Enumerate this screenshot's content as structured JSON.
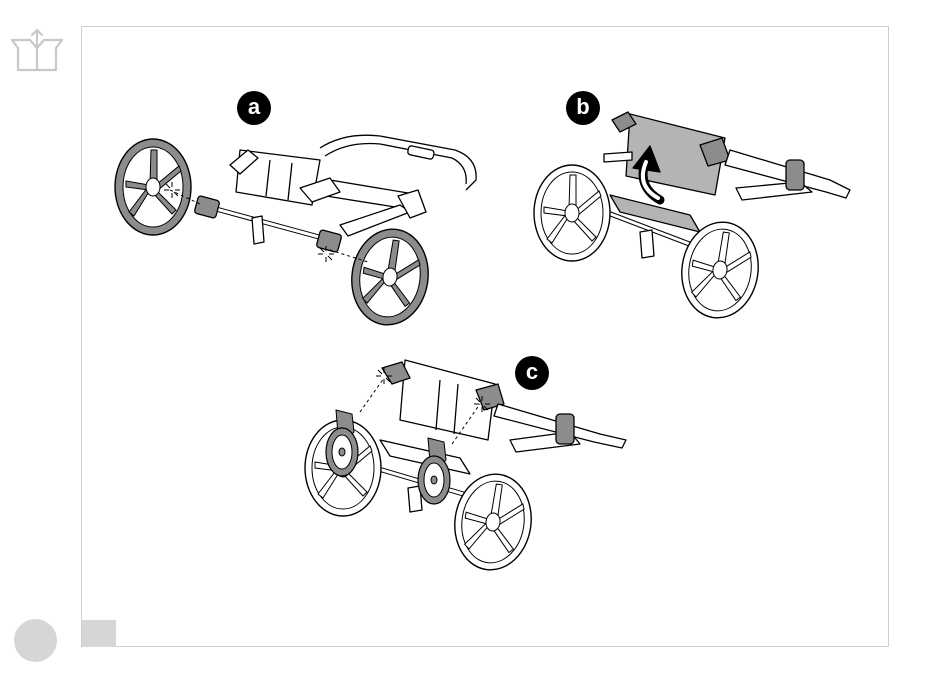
{
  "steps": [
    {
      "label": "a"
    },
    {
      "label": "b"
    },
    {
      "label": "c"
    }
  ],
  "icons": {
    "unbox": "unboxing-icon",
    "arrow": "lift-arrow-icon"
  },
  "colors": {
    "panel_border": "#cfcfcf",
    "wheel_gray": "#8c8c8c",
    "frame_stroke": "#000000",
    "fabric_gray": "#b4b4b4",
    "page_marker": "#d6d6d6"
  }
}
